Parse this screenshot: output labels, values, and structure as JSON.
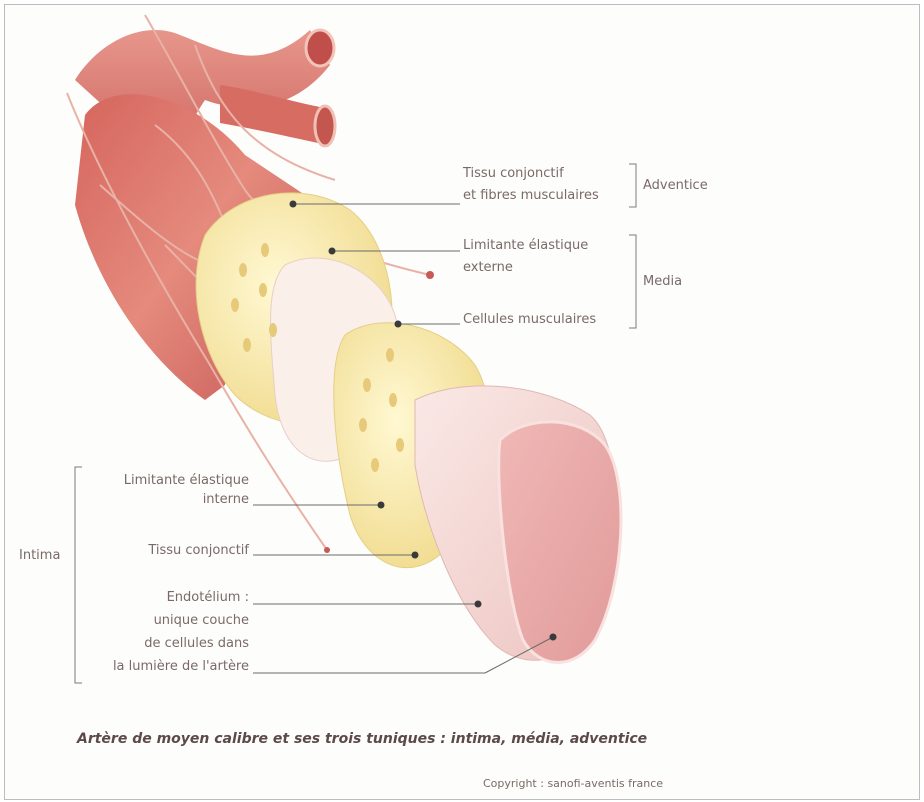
{
  "labels": {
    "adventice_tissue": [
      "Tissu conjonctif",
      "et fibres musculaires"
    ],
    "adventice": "Adventice",
    "media_lim": [
      "Limitante élastique",
      "externe"
    ],
    "media": "Media",
    "media_cells": "Cellules musculaires",
    "intima_lim": [
      "Limitante élastique",
      "interne"
    ],
    "intima_tissue": "Tissu conjonctif",
    "intima_endo": [
      "Endotélium :",
      "unique couche",
      "de cellules dans",
      "la lumière de l'artère"
    ],
    "intima": "Intima"
  },
  "caption": "Artère de moyen calibre et ses trois tuniques : intima, média, adventice",
  "copyright": "Copyright : sanofi-aventis france"
}
